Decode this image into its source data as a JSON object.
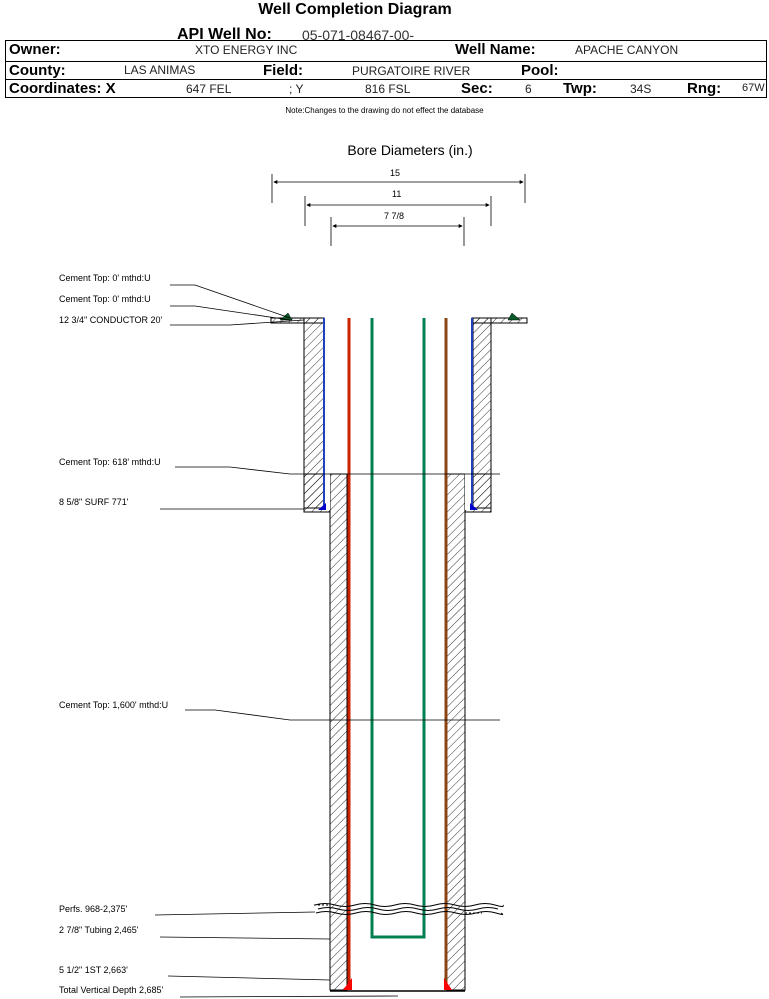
{
  "title": "Well Completion Diagram",
  "api": {
    "label": "API Well No:",
    "value": "05-071-08467-00-"
  },
  "owner": {
    "label": "Owner:",
    "value": "XTO ENERGY INC"
  },
  "well_name": {
    "label": "Well Name:",
    "value": "APACHE CANYON"
  },
  "county": {
    "label": "County:",
    "value": "LAS ANIMAS"
  },
  "field": {
    "label": "Field:",
    "value": "PURGATOIRE RIVER"
  },
  "pool": {
    "label": "Pool:",
    "value": ""
  },
  "coordinates": {
    "label": "Coordinates: X",
    "x_value": "647 FEL",
    "y_label": "; Y",
    "y_value": "816 FSL"
  },
  "sec": {
    "label": "Sec:",
    "value": "6"
  },
  "twp": {
    "label": "Twp:",
    "value": "34S"
  },
  "rng": {
    "label": "Rng:",
    "value": "67W"
  },
  "note": "Note:Changes to the drawing do not effect the database",
  "bore_diameters": {
    "title": "Bore Diameters (in.)",
    "values": [
      "15",
      "11",
      "7 7/8"
    ]
  },
  "annotations": [
    "Cement Top: 0' mthd:U",
    "Cement Top: 0' mthd:U",
    "12 3/4\" CONDUCTOR  20'",
    "Cement Top: 618' mthd:U",
    "8 5/8\" SURF       771'",
    "Cement Top: 1,600' mthd:U",
    "Perfs. 968-2,375'",
    "2 7/8\" Tubing 2,465'",
    "5 1/2\" 1ST         2,663'",
    "Total Vertical Depth 2,685'"
  ],
  "colors": {
    "conductor": "#1f3fbf",
    "surface_casing": "#2040c0",
    "production_casing_left": "#cc2200",
    "production_casing_right": "#8b4513",
    "tubing": "#008050",
    "shoe_red": "#ff0000",
    "shoe_blue": "#0000cc"
  }
}
